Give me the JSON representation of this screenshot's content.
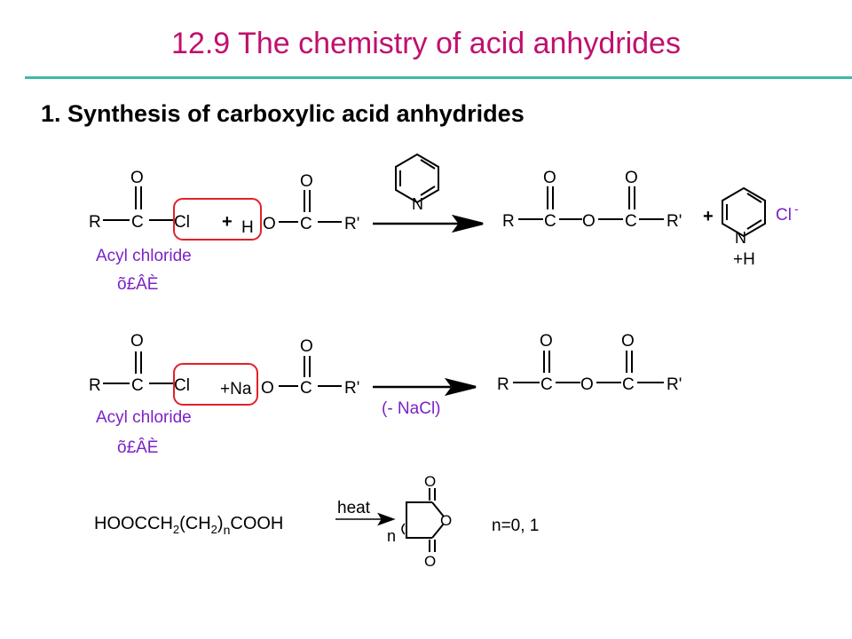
{
  "slide": {
    "title": "12.9  The chemistry of acid anhydrides",
    "section_heading": "1.  Synthesis of carboxylic acid anhydrides",
    "colors": {
      "title": "#c0106e",
      "rule": "#3fb9a6",
      "label": "#7b22c6",
      "highlight": "#e2202a"
    }
  },
  "reaction1": {
    "R": "R",
    "C": "C",
    "O": "O",
    "Cl": "Cl",
    "plus": "+",
    "H": "H",
    "Rp": "R'",
    "acyl_label": "Acyl chloride",
    "garbled_label": "õ£ÂÈ",
    "pyridine_N": "N",
    "pyridinium_H": "+H",
    "chloride": "Cl",
    "chloride_charge": "-"
  },
  "reaction2": {
    "R": "R",
    "C": "C",
    "O": "O",
    "Cl": "Cl",
    "Na": "+Na",
    "Rp": "R'",
    "byproduct": "(- NaCl)",
    "acyl_label": "Acyl chloride",
    "garbled_label": "õ£ÂÈ"
  },
  "reaction3": {
    "reactant_prefix": "HOOCCH",
    "sub2": "2",
    "reactant_mid": "(CH",
    "sub2b": "2",
    "reactant_close": ")",
    "sub_n": "n",
    "reactant_suffix": "COOH",
    "condition": "heat",
    "O": "O",
    "n": "n",
    "note": "n=0, 1"
  }
}
